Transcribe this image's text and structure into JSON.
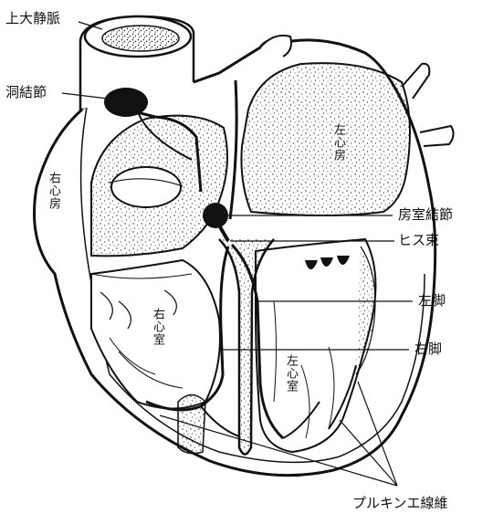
{
  "labels": {
    "superior_vena_cava": "上大静脈",
    "sinoatrial_node": "洞結節",
    "right_atrium": "右心房",
    "left_atrium": "左心房",
    "atrioventricular_node": "房室結節",
    "bundle_of_his": "ヒス束",
    "left_bundle_branch": "左脚",
    "right_bundle_branch": "右脚",
    "right_ventricle": "右心室",
    "left_ventricle": "左心室",
    "purkinje_fibers": "プルキンエ線維"
  },
  "colors": {
    "ink": "#111111",
    "fill": "#ffffff"
  }
}
